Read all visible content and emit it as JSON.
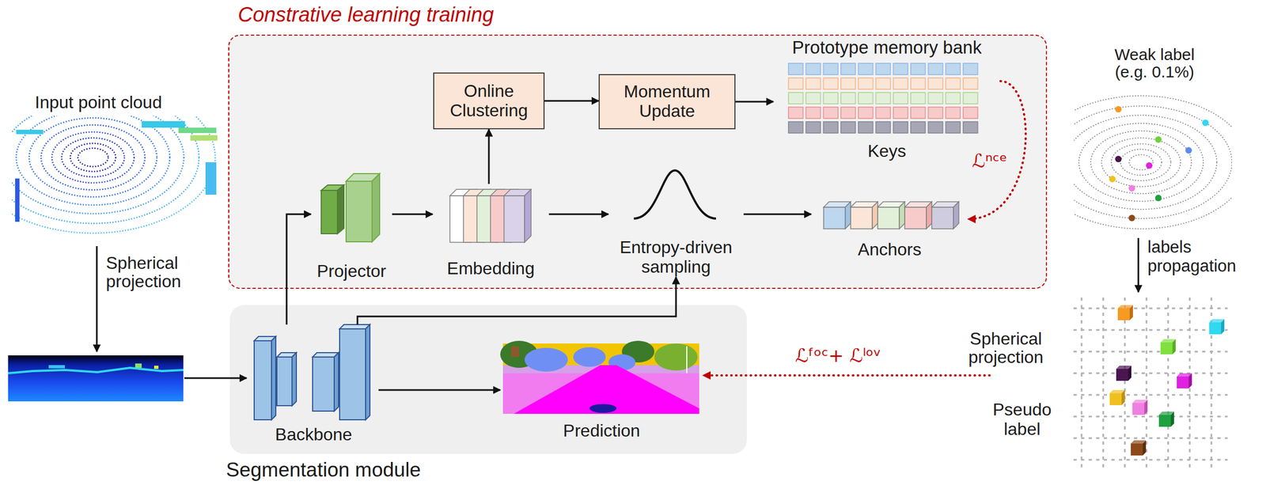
{
  "diagram": {
    "nodes": [
      {
        "text": [
          "Constrative learning training"
        ]
      },
      {
        "text": [
          "Online Clustering"
        ],
        "in": 0
      },
      {
        "text": [
          "Momentum Update"
        ],
        "in": 0
      },
      {
        "text": [
          "Prototype memory bank",
          "Keys"
        ],
        "in": 0
      },
      {
        "text": [
          "Projector"
        ],
        "in": 0
      },
      {
        "text": [
          "Embedding"
        ],
        "in": 0
      },
      {
        "text": [
          "Entropy-driven sampling"
        ],
        "in": 0
      },
      {
        "text": [
          "Anchors"
        ],
        "in": 0
      },
      {
        "text": [
          "Input point cloud"
        ]
      },
      {
        "text": [
          "Weak label (e.g. 0.1%)"
        ]
      },
      {
        "text": [
          "Segmentation module"
        ]
      },
      {
        "text": [
          "Backbone"
        ],
        "in": 10
      },
      {
        "text": [
          "Prediction"
        ],
        "in": 10
      },
      {
        "text": [
          "Pseudo label"
        ]
      }
    ],
    "edges": [
      {
        "from": 11,
        "to": 4,
        "arrow": "to"
      },
      {
        "from": 11,
        "to": 6,
        "arrow": "to"
      },
      {
        "from": 11,
        "to": 12,
        "arrow": "to"
      },
      {
        "from": 4,
        "to": 5,
        "arrow": "to"
      },
      {
        "from": 5,
        "to": 1,
        "arrow": "to"
      },
      {
        "from": 1,
        "to": 2,
        "arrow": "to"
      },
      {
        "from": 2,
        "to": 3,
        "arrow": "to"
      },
      {
        "from": 5,
        "to": 6,
        "arrow": "to"
      },
      {
        "from": 6,
        "to": 7,
        "arrow": "to"
      },
      {
        "from": 3,
        "to": 7,
        "label": "ℒⁿᶜᵉ",
        "arrow": "to"
      },
      {
        "from": 9,
        "to": 13,
        "label": "labels propagation",
        "arrow": "to"
      },
      {
        "from": 13,
        "to": 12,
        "label": "ℒᶠᵒᶜ+ ℒˡᵒᵛ",
        "arrow": "to"
      }
    ],
    "labels": [
      "Spherical projection",
      "Spherical projection"
    ]
  }
}
